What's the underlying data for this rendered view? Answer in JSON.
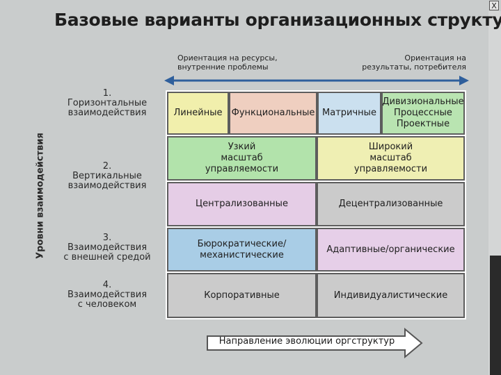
{
  "title": "Базовые варианты организационных структур",
  "orientation": {
    "left_line1": "Ориентация на ресурсы,",
    "left_line2": "внутренние проблемы",
    "right_line1": "Ориентация на",
    "right_line2": "результаты, потребителя"
  },
  "side_label": "Уровни взаимодействия",
  "levels": [
    {
      "num": "1.",
      "line1": "Горизонтальные",
      "line2": "взаимодействия"
    },
    {
      "num": "2.",
      "line1": "Вертикальные",
      "line2": "взаимодействия"
    },
    {
      "num": "3.",
      "line1": "Взаимодействия",
      "line2": "с внешней средой"
    },
    {
      "num": "4.",
      "line1": "Взаимодействия",
      "line2": "с человеком"
    }
  ],
  "row1": {
    "linear": "Линейные",
    "functional": "Функциональные",
    "matrix": "Матричные",
    "divisional_l1": "Дивизиональные",
    "divisional_l2": "Процессные",
    "divisional_l3": "Проектные"
  },
  "row2": {
    "narrow_l1": "Узкий",
    "narrow_l2": "масштаб",
    "narrow_l3": "управляемости",
    "wide_l1": "Широкий",
    "wide_l2": "масштаб",
    "wide_l3": "управляемости"
  },
  "row3": {
    "centralized": "Централизованные",
    "decentralized": "Децентрализованные"
  },
  "row4": {
    "bureaucratic_l1": "Бюрократические/",
    "bureaucratic_l2": "механистические",
    "adaptive": "Адаптивные/органические"
  },
  "row5": {
    "corporate": "Корпоративные",
    "individualist": "Индивидуалистические"
  },
  "bottom_arrow_label": "Направление эволюции оргструктур",
  "close_glyph": "X",
  "colors": {
    "background": "#c9cccc",
    "axis_arrow": "#2f5f9c",
    "yellow": "#f1efac",
    "peach": "#efcfc0",
    "blue": "#cbe0ef",
    "green": "#b9e4b1",
    "pink": "#e5cde6",
    "gray": "#cbcbcb",
    "steel_blue": "#a9cde6"
  }
}
